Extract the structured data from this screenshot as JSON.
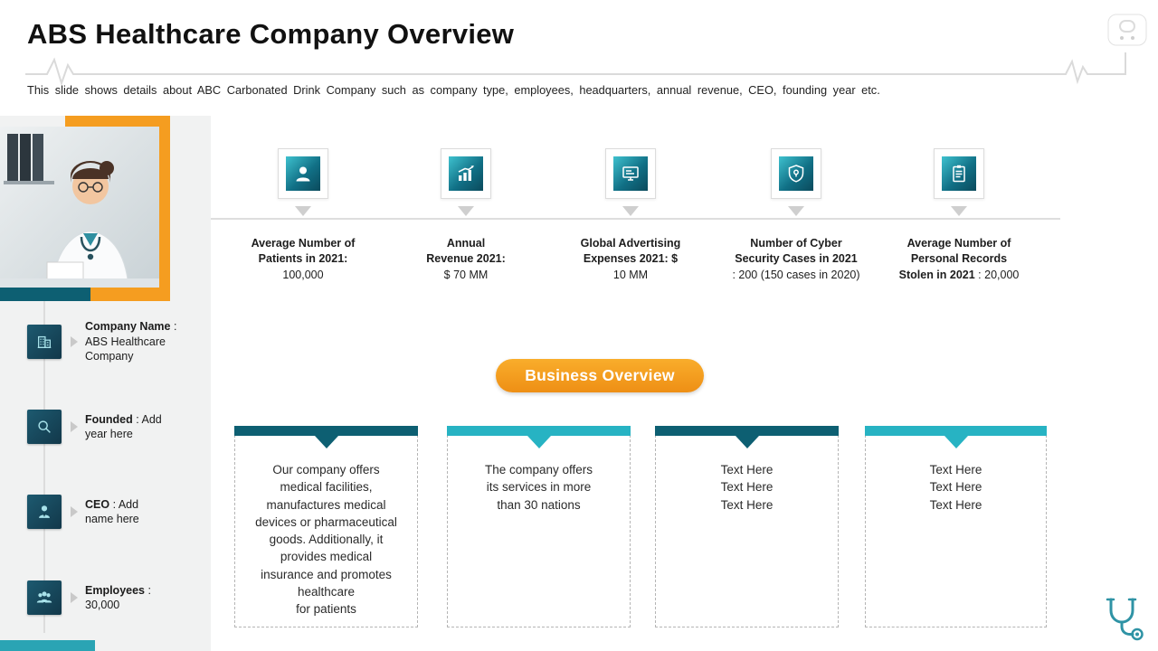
{
  "slide": {
    "title": "ABS Healthcare Company Overview",
    "subtitle": "This slide shows details about ABC Carbonated Drink Company such as company type, employees, headquarters, annual revenue, CEO, founding year etc."
  },
  "stats": [
    {
      "icon": "patient-icon",
      "label": "Average Number of\nPatients in 2021:",
      "value": "\n100,000"
    },
    {
      "icon": "revenue-icon",
      "label": "Annual\nRevenue 2021:",
      "value": "\n$ 70 MM"
    },
    {
      "icon": "advertising-icon",
      "label": "Global Advertising\nExpenses 2021: $",
      "value": "\n10 MM"
    },
    {
      "icon": "cyber-security-icon",
      "label": "Number of Cyber\nSecurity Cases in 2021",
      "value": "\n: 200 (150 cases in 2020)"
    },
    {
      "icon": "records-icon",
      "label": "Average Number of\nPersonal Records\nStolen in 2021",
      "value": " : 20,000"
    }
  ],
  "timeline": [
    {
      "icon": "company-icon",
      "label": "Company Name",
      "value": " :\nABS Healthcare\nCompany"
    },
    {
      "icon": "founded-icon",
      "label": "Founded",
      "value": " : Add\nyear here"
    },
    {
      "icon": "ceo-icon",
      "label": "CEO",
      "value": " : Add\nname here"
    },
    {
      "icon": "employees-icon",
      "label": "Employees",
      "value": " :\n30,000"
    }
  ],
  "business_overview_label": "Business Overview",
  "boxes": [
    {
      "accent": "dark",
      "text": "Our company offers\nmedical facilities,\nmanufactures medical\ndevices or pharmaceutical\ngoods. Additionally, it\nprovides medical\ninsurance and promotes\nhealthcare\nfor patients"
    },
    {
      "accent": "light",
      "text": "The company offers\nits services in more\nthan 30 nations"
    },
    {
      "accent": "dark",
      "text": "Text Here\nText Here\nText Here"
    },
    {
      "accent": "light",
      "text": "Text Here\nText Here\nText Here"
    }
  ],
  "colors": {
    "dark_teal": "#0d5f72",
    "light_teal": "#27b3c3",
    "orange": "#f59d20",
    "panel_gray": "#f1f2f2"
  }
}
